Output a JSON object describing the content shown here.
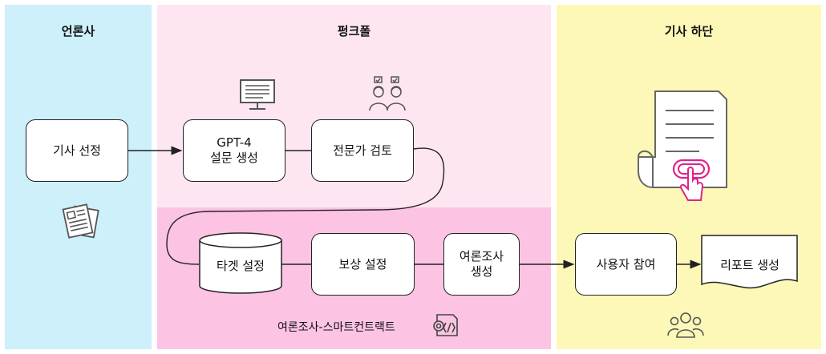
{
  "lanes": {
    "press": {
      "title": "언론사",
      "color": "#cdf0fb"
    },
    "pinkpole": {
      "title": "펑크폴",
      "color": "#fde6f2"
    },
    "contract": {
      "color": "#fcc4e2",
      "caption": "여론조사-스마트컨트랙트"
    },
    "footer": {
      "title": "기사 하단",
      "color": "#fdf8b8"
    }
  },
  "nodes": {
    "article_select": "기사 선정",
    "gpt_survey": "GPT-4\n설문 생성",
    "expert_review": "전문가 검토",
    "target_setting": "타겟 설정",
    "reward_setting": "보상 설정",
    "poll_create": "여론조사\n생성",
    "user_participation": "사용자 참여",
    "report_create": "리포트 생성"
  },
  "colors": {
    "stroke": "#222222",
    "icon_gray": "#555555",
    "accent_pink": "#e0228a"
  },
  "icons": [
    "newspaper-icon",
    "monitor-icon",
    "experts-icon",
    "document-icon",
    "click-button-icon",
    "smart-contract-icon",
    "people-group-icon"
  ]
}
